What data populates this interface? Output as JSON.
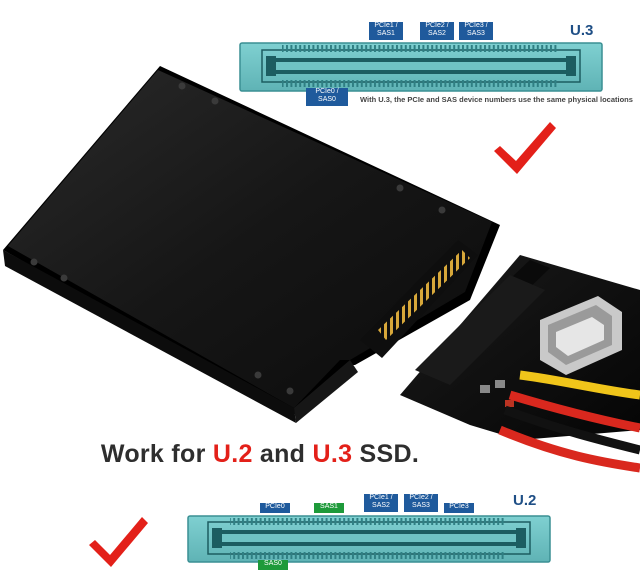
{
  "u3": {
    "title": "U.3",
    "labels": [
      {
        "text": "PCIe1 /\nSAS1",
        "color": "#1f5a9c"
      },
      {
        "text": "PCIe2 /\nSAS2",
        "color": "#1f5a9c"
      },
      {
        "text": "PCIe3 /\nSAS3",
        "color": "#1f5a9c"
      },
      {
        "text": "PCIe0 /\nSAS0",
        "color": "#1f5a9c"
      }
    ],
    "caption": "With U.3, the PCIe and SAS device numbers use the same physical locations"
  },
  "headline": {
    "prefix": "Work for ",
    "u2": "U.2",
    "mid": " and ",
    "u3": "U.3",
    "suffix": " SSD."
  },
  "u2": {
    "title": "U.2",
    "labels": [
      {
        "text": "PCIe0",
        "color": "#1f5a9c"
      },
      {
        "text": "SAS1",
        "color": "#1e9a3a"
      },
      {
        "text": "PCIe1 /\nSAS2",
        "color": "#1f5a9c"
      },
      {
        "text": "PCIe2 /\nSAS3",
        "color": "#1f5a9c"
      },
      {
        "text": "PCIe3",
        "color": "#1f5a9c"
      },
      {
        "text": "SAS0",
        "color": "#1e9a3a"
      }
    ]
  },
  "colors": {
    "connector_fill": "#6fc3c4",
    "connector_edge": "#3a8f93",
    "check": "#e32019",
    "drive_body": "#121212"
  }
}
